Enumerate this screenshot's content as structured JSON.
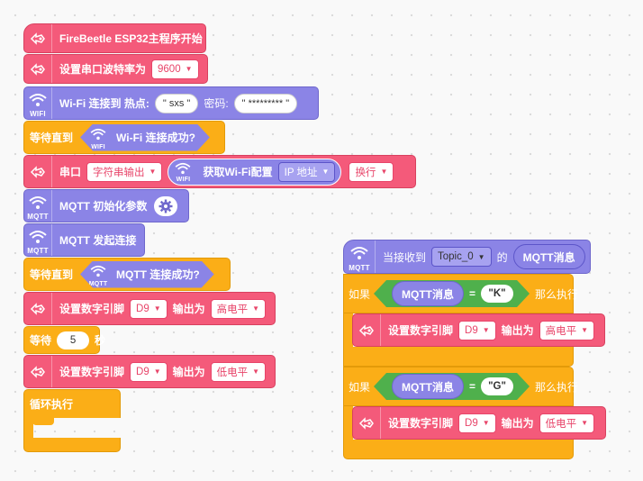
{
  "left_script": {
    "start": {
      "label": "FireBeetle ESP32主程序开始"
    },
    "set_baud": {
      "label": "设置串口波特率为",
      "value": "9600"
    },
    "wifi_connect": {
      "label": "Wi-Fi 连接到 热点:",
      "ssid": "\" sxs \"",
      "pwd_label": "密码:",
      "password": "\" ********* \""
    },
    "wait_wifi": {
      "label": "等待直到",
      "cond": "Wi-Fi 连接成功?"
    },
    "serial": {
      "label": "串口",
      "mode": "字符串输出",
      "get": "获取Wi-Fi配置",
      "ip": "IP 地址",
      "newline": "换行"
    },
    "mqtt_init": {
      "label": "MQTT 初始化参数"
    },
    "mqtt_connect": {
      "label": "MQTT 发起连接"
    },
    "wait_mqtt": {
      "label": "等待直到",
      "cond": "MQTT 连接成功?"
    },
    "set_pin_high": {
      "label": "设置数字引脚",
      "pin": "D9",
      "out_label": "输出为",
      "level": "高电平"
    },
    "wait_secs": {
      "label": "等待",
      "value": "5",
      "unit": "秒"
    },
    "set_pin_low": {
      "label": "设置数字引脚",
      "pin": "D9",
      "out_label": "输出为",
      "level": "低电平"
    },
    "loop": {
      "label": "循环执行"
    }
  },
  "right_script": {
    "receive": {
      "label": "当接收到",
      "topic": "Topic_0",
      "of": "的",
      "msg": "MQTT消息"
    },
    "if1": {
      "label": "如果",
      "var": "MQTT消息",
      "eq": "=",
      "value": "\"K\"",
      "then": "那么执行"
    },
    "pin_high": {
      "label": "设置数字引脚",
      "pin": "D9",
      "out_label": "输出为",
      "level": "高电平"
    },
    "if2": {
      "label": "如果",
      "var": "MQTT消息",
      "eq": "=",
      "value": "\"G\"",
      "then": "那么执行"
    },
    "pin_low": {
      "label": "设置数字引脚",
      "pin": "D9",
      "out_label": "输出为",
      "level": "低电平"
    }
  },
  "icons": {
    "wifi": "WIFI",
    "mqtt": "MQTT"
  },
  "colors": {
    "pink": "#f45a7a",
    "purple": "#8b84e6",
    "orange": "#fbae17",
    "green": "#4fb04c"
  }
}
